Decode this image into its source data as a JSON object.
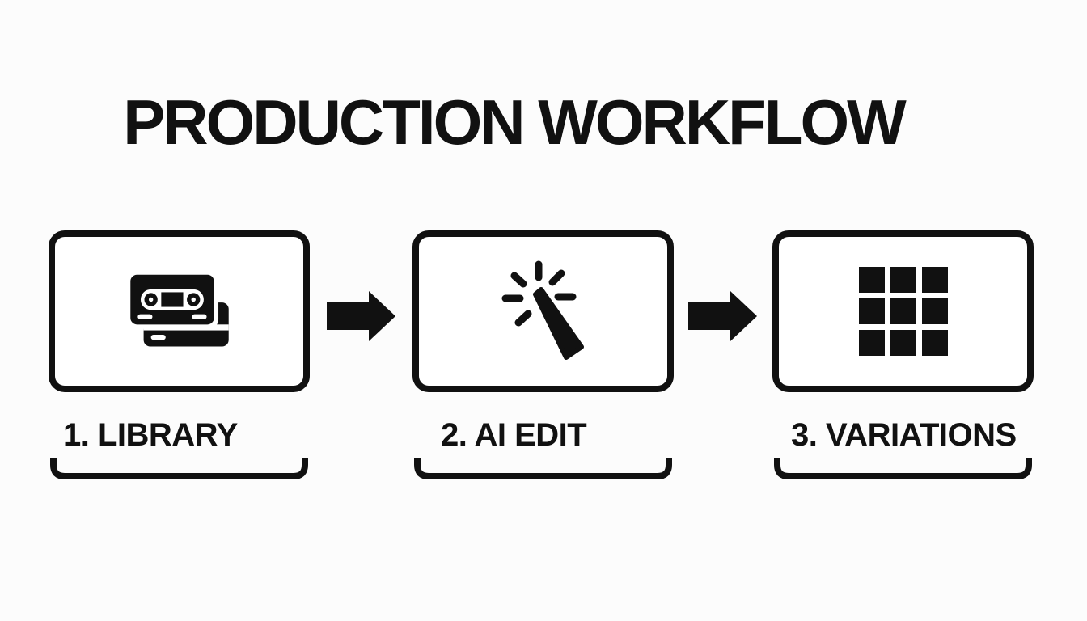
{
  "title": "PRODUCTION WORKFLOW",
  "colors": {
    "ink": "#111111",
    "background": "#fcfcfc",
    "card_fill": "#ffffff"
  },
  "steps": [
    {
      "label": "1. LIBRARY",
      "icon": "cassette-tapes-icon"
    },
    {
      "label": "2. AI EDIT",
      "icon": "magic-wand-icon"
    },
    {
      "label": "3. VARIATIONS",
      "icon": "grid-3x3-icon"
    }
  ],
  "connectors": [
    {
      "icon": "arrow-right-icon"
    },
    {
      "icon": "arrow-right-icon"
    }
  ]
}
